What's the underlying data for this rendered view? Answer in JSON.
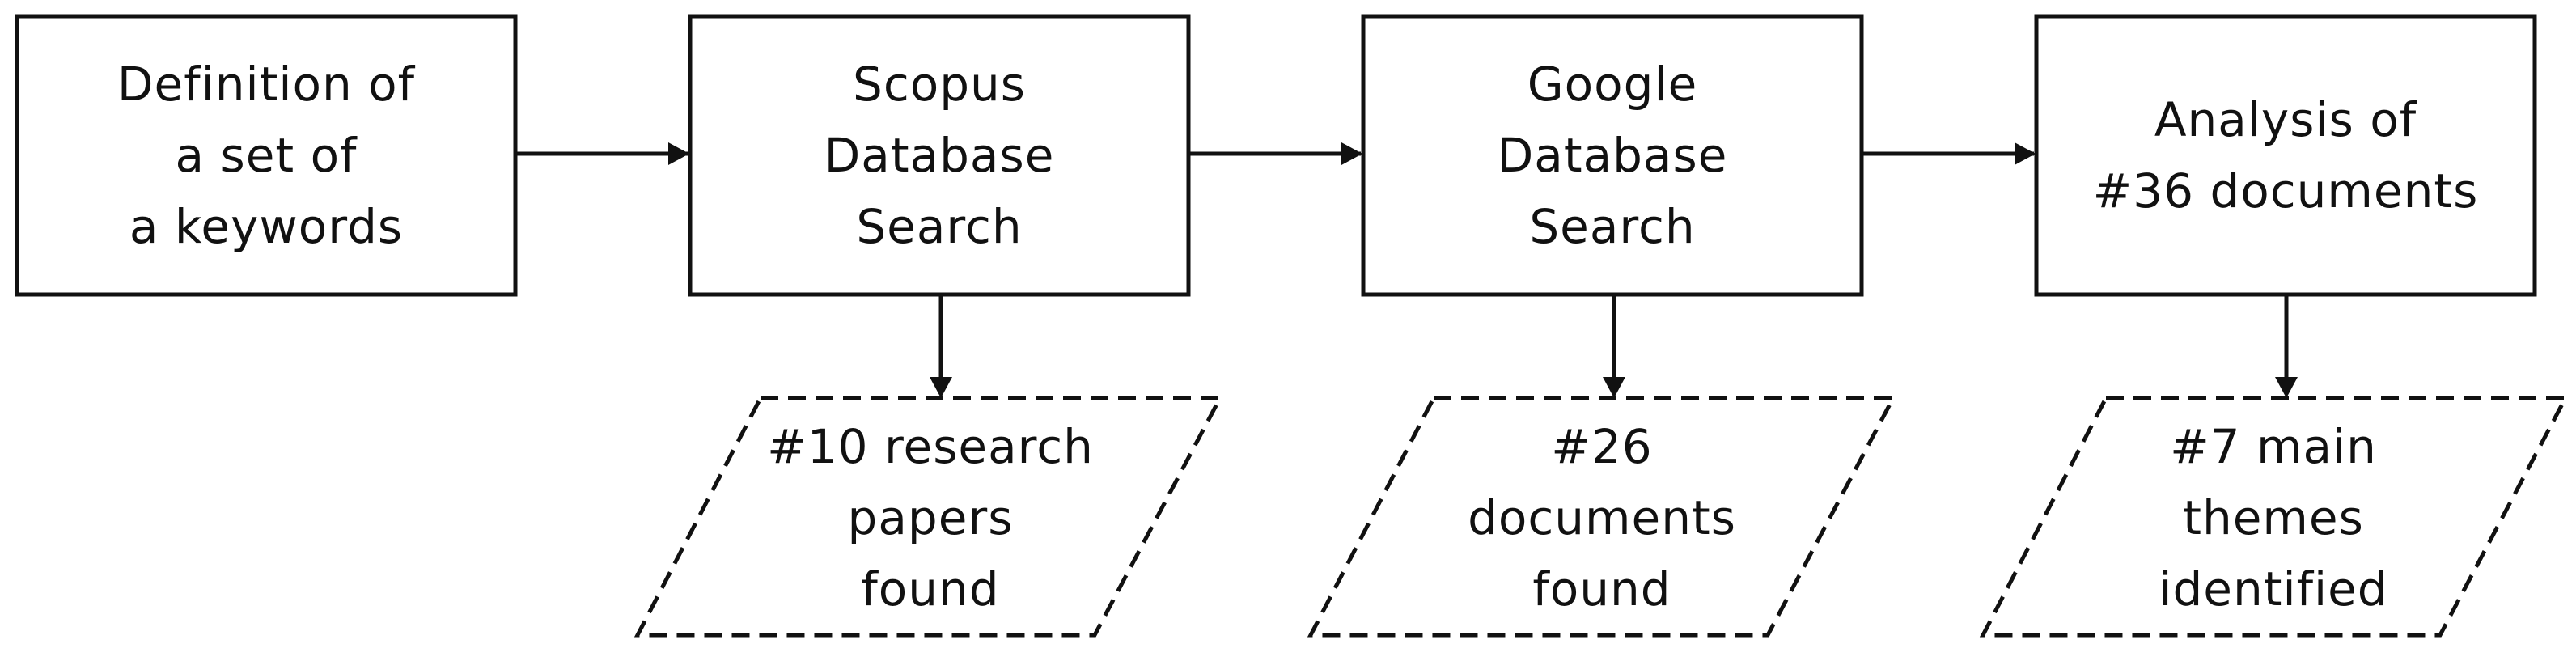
{
  "diagram": {
    "steps": [
      {
        "id": "define-keywords",
        "lines": [
          "Definition of",
          "a set of",
          "a keywords"
        ]
      },
      {
        "id": "scopus-search",
        "lines": [
          "Scopus",
          "Database",
          "Search"
        ]
      },
      {
        "id": "google-search",
        "lines": [
          "Google",
          "Database",
          "Search"
        ]
      },
      {
        "id": "analysis",
        "lines": [
          "Analysis of",
          "#36 documents"
        ]
      }
    ],
    "outputs": [
      {
        "id": "scopus-output",
        "from": "scopus-search",
        "lines": [
          "#10 research",
          "papers",
          "found"
        ]
      },
      {
        "id": "google-output",
        "from": "google-search",
        "lines": [
          "#26",
          "documents",
          "found"
        ]
      },
      {
        "id": "analysis-output",
        "from": "analysis",
        "lines": [
          "#7 main",
          "themes",
          "identified"
        ]
      }
    ],
    "flow": [
      "define-keywords",
      "scopus-search",
      "google-search",
      "analysis"
    ]
  }
}
